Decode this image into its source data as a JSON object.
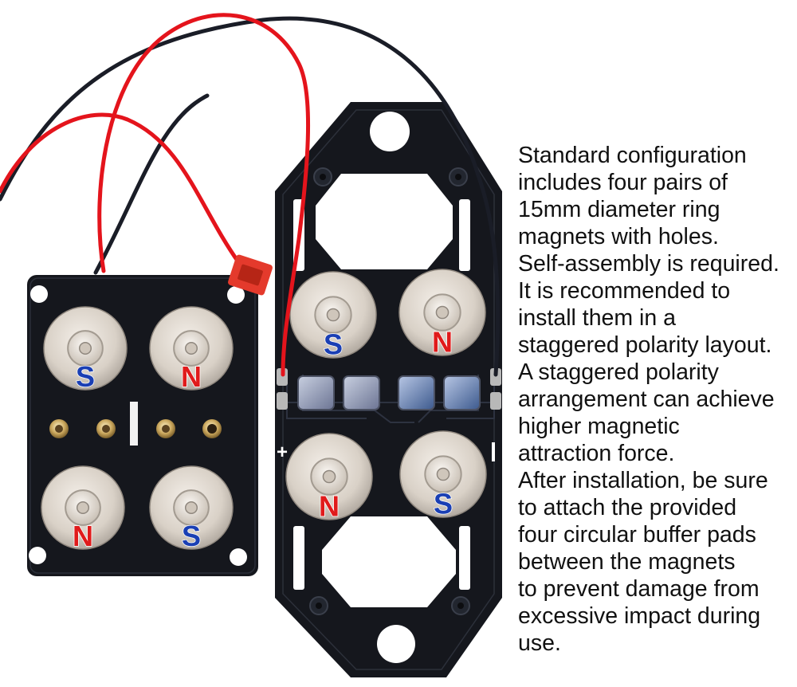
{
  "poles": {
    "north": "N",
    "south": "S",
    "plus": "+",
    "minus": "−"
  },
  "colors": {
    "board": "#14161c",
    "trace": "#2a2e38",
    "wire_red": "#e4141c",
    "wire_black": "#1a1d27",
    "magnet_face": "#ded6cc",
    "north_label": "#e01b1b",
    "south_label": "#1a3fb4",
    "connector": "#e43a2c"
  },
  "description": {
    "lines": [
      "Standard configuration",
      "includes four pairs of",
      "15mm diameter ring",
      "magnets with holes.",
      "Self-assembly is required.",
      "It is recommended to",
      "install them in a",
      "staggered polarity layout.",
      "A staggered polarity",
      "arrangement can achieve",
      "higher magnetic",
      "attraction force.",
      "After installation, be sure",
      "to attach the provided",
      "four circular buffer pads",
      "between the magnets",
      "to prevent damage from",
      "excessive impact during",
      "use."
    ]
  }
}
